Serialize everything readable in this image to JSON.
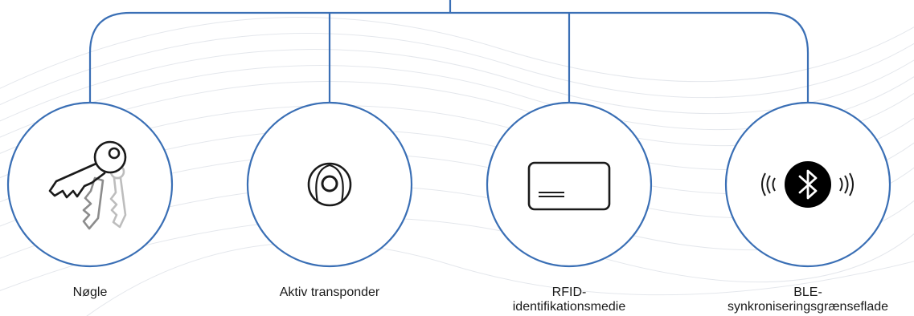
{
  "colors": {
    "connector": "#3a6fb5",
    "icon": "#1a1a1a",
    "icon_mid": "#8c8c8c",
    "icon_light": "#bdbdbd",
    "background_lines": "#e4e7ec"
  },
  "items": [
    {
      "label": "Nøgle",
      "icon": "keys-icon"
    },
    {
      "label": "Aktiv transponder",
      "icon": "transponder-icon"
    },
    {
      "label": "RFID-\nidentifikationsmedie",
      "icon": "rfid-card-icon"
    },
    {
      "label": "BLE-\nsynkroniseringsgrænseflade",
      "icon": "bluetooth-icon"
    }
  ]
}
